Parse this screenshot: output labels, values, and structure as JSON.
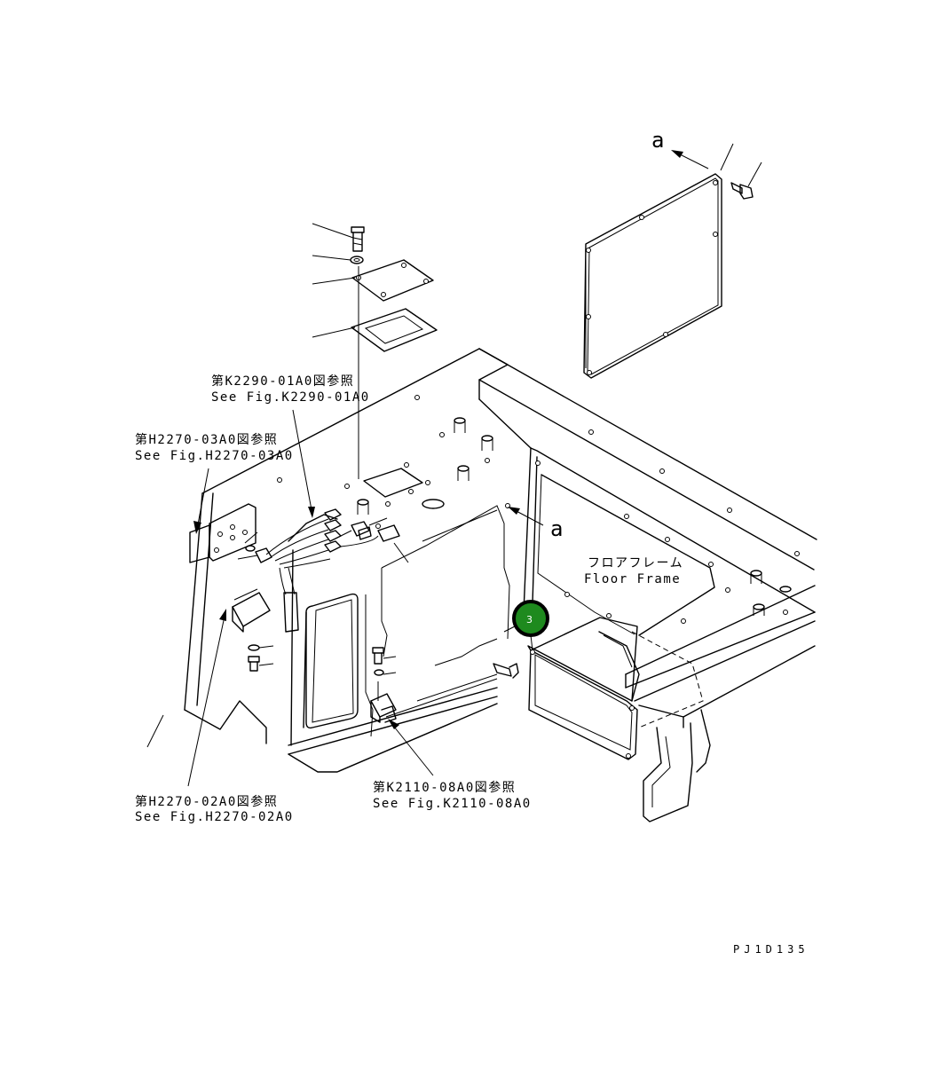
{
  "callouts": [
    {
      "jp": "第K2290-01A0図参照",
      "en": "See Fig.K2290-01A0"
    },
    {
      "jp": "第H2270-03A0図参照",
      "en": "See Fig.H2270-03A0"
    },
    {
      "jp": "第H2270-02A0図参照",
      "en": "See Fig.H2270-02A0"
    },
    {
      "jp": "第K2110-08A0図参照",
      "en": "See Fig.K2110-08A0"
    }
  ],
  "floor_frame": {
    "jp": "フロアフレーム",
    "en": "Floor Frame"
  },
  "view_markers": [
    "a",
    "a"
  ],
  "item_badge": {
    "number": "3",
    "fill": "#1e8a1e",
    "ring": "#000000"
  },
  "drawing_code": "PJ1D135"
}
